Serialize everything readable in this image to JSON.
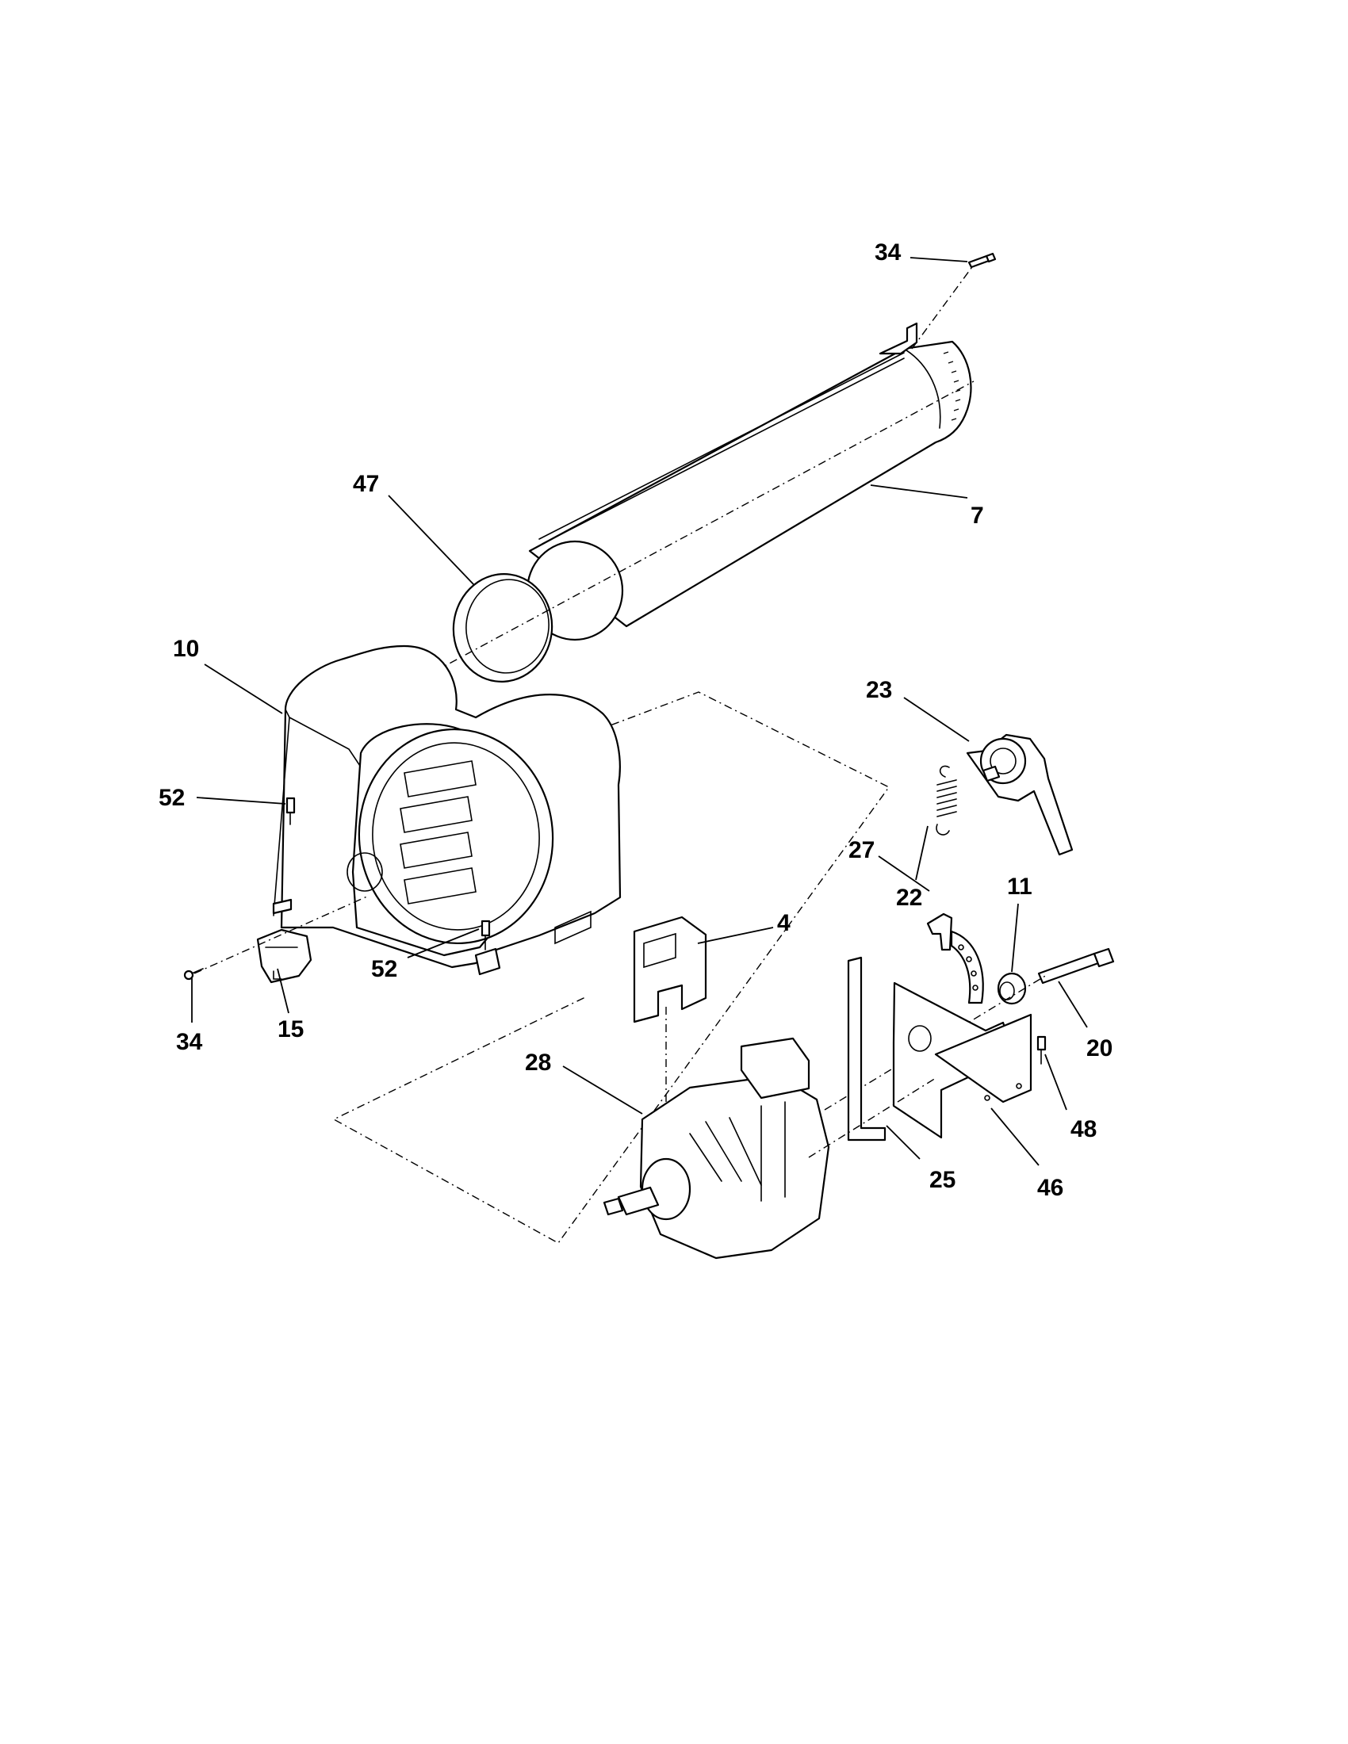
{
  "diagram": {
    "callouts": [
      {
        "id": "34-top",
        "text": "34"
      },
      {
        "id": "7",
        "text": "7"
      },
      {
        "id": "47",
        "text": "47"
      },
      {
        "id": "10",
        "text": "10"
      },
      {
        "id": "23",
        "text": "23"
      },
      {
        "id": "22",
        "text": "22"
      },
      {
        "id": "52-upper",
        "text": "52"
      },
      {
        "id": "52-lower",
        "text": "52"
      },
      {
        "id": "27",
        "text": "27"
      },
      {
        "id": "11",
        "text": "11"
      },
      {
        "id": "4",
        "text": "4"
      },
      {
        "id": "20",
        "text": "20"
      },
      {
        "id": "34-bottom",
        "text": "34"
      },
      {
        "id": "15",
        "text": "15"
      },
      {
        "id": "28",
        "text": "28"
      },
      {
        "id": "48",
        "text": "48"
      },
      {
        "id": "25",
        "text": "25"
      },
      {
        "id": "46",
        "text": "46"
      }
    ]
  }
}
